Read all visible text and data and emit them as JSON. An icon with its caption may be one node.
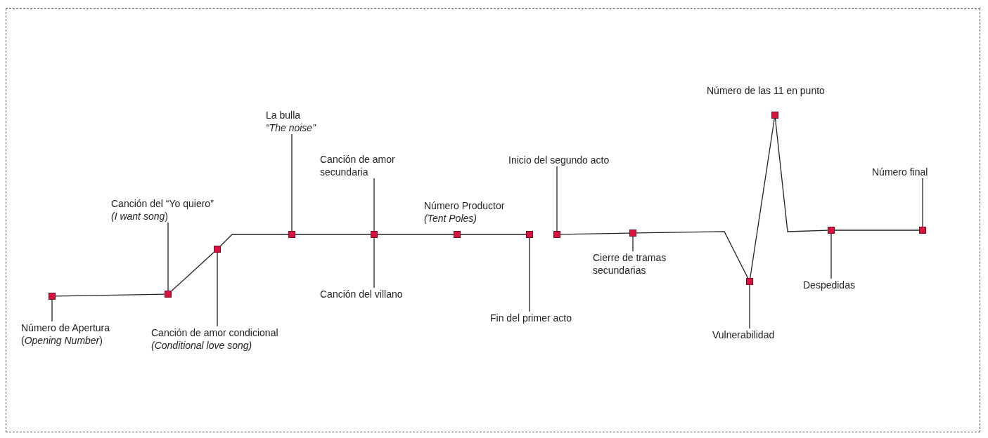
{
  "diagram": {
    "nodes": [
      {
        "text": [
          "Número de Apertura",
          "(*Opening Number*)"
        ]
      },
      {
        "text": [],
        "shape": "box"
      },
      {
        "text": [
          "Canción del “Yo quiero”",
          "*(I want song*)"
        ]
      },
      {
        "text": [],
        "shape": "box"
      },
      {
        "text": [
          "Canción de amor condicional",
          "*(Conditional love song)*"
        ]
      },
      {
        "text": [],
        "shape": "box"
      },
      {
        "text": [
          "La bulla",
          "*“The noise”*"
        ]
      },
      {
        "text": [],
        "shape": "box"
      },
      {
        "text": [
          "Canción de amor secundaria"
        ]
      },
      {
        "text": [],
        "shape": "box"
      },
      {
        "text": [
          "Canción del villano"
        ]
      },
      {
        "text": [],
        "shape": "box",
        "beside": [
          "Número Productor",
          "*(Tent Poles)*"
        ]
      },
      {
        "text": [
          "Fin del primer acto"
        ]
      },
      {
        "text": [],
        "shape": "box"
      },
      {
        "text": [
          "Inicio del segundo acto"
        ]
      },
      {
        "text": [],
        "shape": "box"
      },
      {
        "text": [
          "Cierre de tramas secundarias"
        ]
      },
      {
        "text": [],
        "shape": "box"
      },
      {
        "text": [
          "Vulnerabilidad"
        ]
      },
      {
        "text": [],
        "shape": "box"
      },
      {
        "text": [],
        "shape": "box",
        "beside": [
          "Número de las 11 en punto"
        ]
      },
      {
        "text": [
          "Despedidas"
        ]
      },
      {
        "text": [],
        "shape": "box"
      },
      {
        "text": [
          "Número final"
        ]
      },
      {
        "text": [],
        "shape": "box"
      }
    ],
    "edges": [
      {
        "from": 0,
        "to": 1,
        "arrow": "none"
      },
      {
        "from": 2,
        "to": 3,
        "arrow": "none"
      },
      {
        "from": 4,
        "to": 5,
        "arrow": "none"
      },
      {
        "from": 6,
        "to": 7,
        "arrow": "none"
      },
      {
        "from": 8,
        "to": 9,
        "arrow": "none"
      },
      {
        "from": 10,
        "to": 9,
        "arrow": "none"
      },
      {
        "from": 12,
        "to": 13,
        "arrow": "none"
      },
      {
        "from": 14,
        "to": 15,
        "arrow": "none"
      },
      {
        "from": 16,
        "to": 17,
        "arrow": "none"
      },
      {
        "from": 18,
        "to": 19,
        "arrow": "none"
      },
      {
        "from": 21,
        "to": 22,
        "arrow": "none"
      },
      {
        "from": 23,
        "to": 24,
        "arrow": "none"
      },
      {
        "from": 1,
        "to": 3,
        "arrow": "none"
      },
      {
        "from": 3,
        "to": 5,
        "arrow": "none"
      },
      {
        "from": 5,
        "to": 7,
        "arrow": "none"
      },
      {
        "from": 7,
        "to": 9,
        "arrow": "none"
      },
      {
        "from": 9,
        "to": 11,
        "arrow": "none"
      },
      {
        "from": 11,
        "to": 13,
        "arrow": "none"
      },
      {
        "from": 15,
        "to": 17,
        "arrow": "none"
      },
      {
        "from": 17,
        "to": 19,
        "arrow": "none"
      },
      {
        "from": 19,
        "to": 20,
        "arrow": "none"
      },
      {
        "from": 20,
        "to": 22,
        "arrow": "none"
      },
      {
        "from": 22,
        "to": 24,
        "arrow": "none"
      }
    ]
  }
}
